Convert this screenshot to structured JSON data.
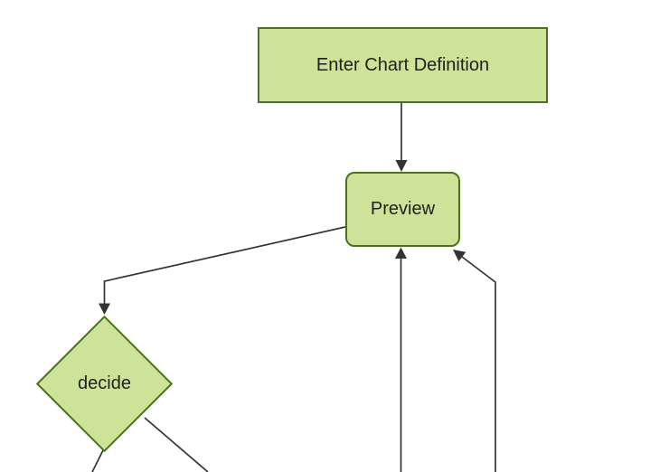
{
  "diagram": {
    "type": "flowchart",
    "direction": "top-down",
    "background": "#ffffff",
    "colors": {
      "node_fill": "#cde498",
      "node_border": "#4a7023",
      "edge": "#333333",
      "text": "#1f1f1f"
    },
    "nodes": [
      {
        "id": "A",
        "label": "Enter Chart Definition",
        "shape": "rectangle"
      },
      {
        "id": "B",
        "label": "Preview",
        "shape": "rounded-rectangle"
      },
      {
        "id": "C",
        "label": "decide",
        "shape": "diamond"
      }
    ],
    "edges": [
      {
        "from": "A",
        "to": "B",
        "arrow": true
      },
      {
        "from": "B",
        "to": "C",
        "arrow": true
      },
      {
        "from": "offscreen-bottom",
        "to": "B",
        "arrow": true
      },
      {
        "from": "offscreen-bottom-right",
        "to": "B",
        "arrow": true
      },
      {
        "from": "C",
        "to": "offscreen-bottom-left",
        "arrow": false
      },
      {
        "from": "C",
        "to": "offscreen-bottom-right",
        "arrow": false
      }
    ]
  }
}
